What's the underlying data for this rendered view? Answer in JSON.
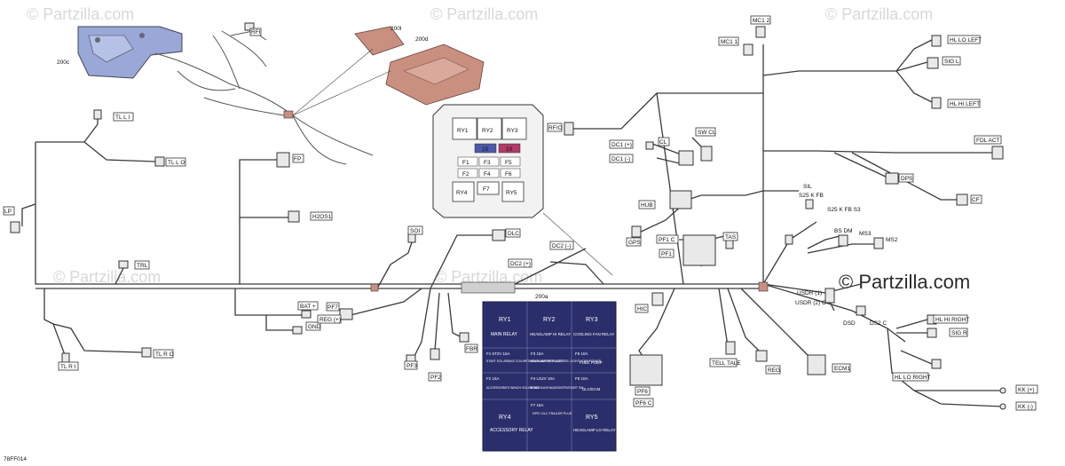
{
  "watermark": "© Partzilla.com",
  "figure_code": "78FF014",
  "harness_label": "200a",
  "part_labels": {
    "p200c": "200c",
    "p200l": "200l",
    "p200d": "200d"
  },
  "labels": {
    "rfi": "RFI",
    "tll1": "TL L I",
    "tllo": "TL L O",
    "lp": "LP",
    "trl": "TRL",
    "tlri": "TL R I",
    "tlro": "TL R O",
    "fp": "FP",
    "h2os1": "H2OS1",
    "so": "SOI",
    "dlc": "DLC",
    "dc2neg": "DC2 (-)",
    "dc2pos": "DC2 (+)",
    "batpos": "BAT +",
    "gnd": "GND",
    "pf7": "PF7",
    "regpos": "REG (+)",
    "pf3": "PF3",
    "pf2": "PF2",
    "fbr": "FBR",
    "rfo": "RF/O",
    "mc1_2": "MC1 2",
    "mc1_1": "MC1 1",
    "hlloleft": "HL LO LEFT",
    "sigl": "SIG L",
    "hlhileft": "HL HI LEFT",
    "fdlact": "FDL ACT",
    "dps": "DPS",
    "cf": "CF",
    "dc1pos": "DC1 (+)",
    "dc1neg": "DC1 (-)",
    "cl": "CL",
    "swcl": "SW CL",
    "hub": "HUB",
    "gps": "GPS",
    "pf1c": "PF1 C",
    "pf1": "PF1",
    "tas": "TAS",
    "hic": "HIC",
    "pf6": "PF6",
    "pf6c": "PF6 C",
    "telltale": "TELL TALE",
    "reg": "REG",
    "ecm1": "ECM1",
    "hlhiright": "HL HI RIGHT",
    "sigr": "SIG R",
    "hlloright": "HL LO RIGHT",
    "kkpos": "KK (+)",
    "kkneg": "KK (-)",
    "sil": "SIL",
    "s25kfb": "S25 K FB",
    "s25kfbs3": "S25 K FB S3",
    "bsdm": "BS DM",
    "ms3": "MS3",
    "ms2": "MS2",
    "usdr1": "USDR (1)",
    "usdr2": "USDR (2) C",
    "dsd": "DSD",
    "ds2c": "DS2 C"
  },
  "fusebox": {
    "ry1": "RY1",
    "ry2": "RY2",
    "ry3": "RY3",
    "f15": "15",
    "f10": "10",
    "f1": "F1",
    "f3": "F3",
    "f5": "F5",
    "f2": "F2",
    "f4": "F4",
    "f6": "F6",
    "ry4": "RY4",
    "f7": "F7",
    "ry5": "RY5"
  },
  "legend": {
    "ry1_title": "RY1",
    "ry1_desc": "MAIN RELAY",
    "ry2_title": "RY2",
    "ry2_desc": "HEADLAMP HI RELAY",
    "ry3_title": "RY3",
    "ry3_desc": "COOLING FAN RELAY",
    "f1_head": "F1   5T2V     15A",
    "f1_desc": "START SOL./BRAKE COIL/RETURN PUMP/DPS/GAUGE",
    "f3_head": "F3            15A",
    "f3_desc": "HEADLAMP/SE PLATE POS. LIGHT/HORN/POWER",
    "f5_head": "F5            10A",
    "f5_desc": "FUEL PUMP",
    "f2_head": "F2            15A",
    "f2_desc": "ACCESSORIES WINCH SOLENOID",
    "f4_head": "F4   U12V     10A",
    "f4_desc": "BRAKE/AUX/HAZARD/DPS/START SW",
    "f6_head": "F6            10A",
    "f6_desc": "DLC/ECM",
    "f7_head": "F7            15A",
    "f7_desc": "DPS / DLC TRAILER PLUG",
    "ry4_title": "RY4",
    "ry4_desc": "ACCESSORY RELAY",
    "ry5_title": "RY5",
    "ry5_desc": "HEADLAMP LO RELAY"
  },
  "colors": {
    "legend_bg": "#2a2f6b",
    "fuse_blue": "#4b5aa8",
    "fuse_pink": "#b03a6a",
    "part_red": "#c98f7f",
    "part_blue": "#9aa8d8"
  }
}
